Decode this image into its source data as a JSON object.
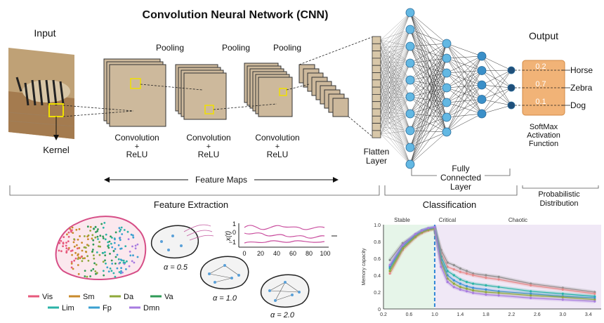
{
  "title": "Convolution  Neural  Network (CNN)",
  "labels": {
    "input": "Input",
    "output": "Output",
    "kernel": "Kernel",
    "pooling": "Pooling",
    "conv": "Convolution",
    "plus": "+",
    "relu": "ReLU",
    "flatten_1": "Flatten",
    "flatten_2": "Layer",
    "fully_1": "Fully",
    "fully_2": "Connected",
    "fully_3": "Layer",
    "softmax_1": "SoftMax",
    "softmax_2": "Activation",
    "softmax_3": "Function",
    "feature_maps": "Feature  Maps",
    "feature_extraction": "Feature Extraction",
    "classification": "Classification",
    "prob_1": "Probabilistic",
    "prob_2": "Distribution"
  },
  "outputs": [
    {
      "prob": "0.2",
      "label": "Horse"
    },
    {
      "prob": "0.7",
      "label": "Zebra"
    },
    {
      "prob": "0.1",
      "label": "Dog"
    }
  ],
  "brain_legend": [
    {
      "name": "Vis",
      "color": "#e75a7c"
    },
    {
      "name": "Sm",
      "color": "#c98a2b"
    },
    {
      "name": "Da",
      "color": "#8fa83a"
    },
    {
      "name": "Va",
      "color": "#2f9a57"
    },
    {
      "name": "Lim",
      "color": "#2bb3a7"
    },
    {
      "name": "Fp",
      "color": "#3aa0d0"
    },
    {
      "name": "Dmn",
      "color": "#a77be0"
    }
  ],
  "alphas": [
    "α = 0.5",
    "α = 1.0",
    "α = 2.0"
  ],
  "signal_plot": {
    "ylabel": "x(t)",
    "yticks": [
      "1",
      "0",
      "−1"
    ],
    "xticks": [
      "0",
      "20",
      "40",
      "60",
      "80",
      "100"
    ]
  },
  "chart_data": {
    "type": "line",
    "title": "",
    "xlabel": "",
    "ylabel": "Memory capacity",
    "xlim": [
      0.2,
      3.6
    ],
    "ylim": [
      0,
      1.0
    ],
    "xticks": [
      0.2,
      0.6,
      1.0,
      1.4,
      1.8,
      2.2,
      2.6,
      3.0,
      3.4
    ],
    "yticks": [
      0,
      0.2,
      0.4,
      0.6,
      0.8,
      1.0
    ],
    "regions": [
      {
        "name": "Stable",
        "range": [
          0.2,
          1.0
        ],
        "color": "#e6f5e9"
      },
      {
        "name": "Chaotic",
        "range": [
          1.0,
          3.6
        ],
        "color": "#f0e8f6"
      }
    ],
    "critical_label": "Critical",
    "critical_x": 1.0,
    "x": [
      0.3,
      0.5,
      0.7,
      0.8,
      0.9,
      1.0,
      1.1,
      1.2,
      1.3,
      1.4,
      1.5,
      1.6,
      1.8,
      2.0,
      2.5,
      3.0,
      3.5
    ],
    "series": [
      {
        "color": "#8e8e8e",
        "values": [
          0.58,
          0.78,
          0.88,
          0.93,
          0.95,
          0.96,
          0.7,
          0.55,
          0.52,
          0.48,
          0.45,
          0.42,
          0.4,
          0.38,
          0.3,
          0.25,
          0.2
        ]
      },
      {
        "color": "#e88a8a",
        "values": [
          0.42,
          0.7,
          0.85,
          0.9,
          0.93,
          0.95,
          0.66,
          0.5,
          0.47,
          0.44,
          0.42,
          0.4,
          0.37,
          0.35,
          0.28,
          0.23,
          0.18
        ]
      },
      {
        "color": "#2bb3a7",
        "values": [
          0.48,
          0.73,
          0.87,
          0.92,
          0.95,
          0.96,
          0.62,
          0.45,
          0.4,
          0.35,
          0.32,
          0.3,
          0.28,
          0.26,
          0.21,
          0.18,
          0.15
        ]
      },
      {
        "color": "#3a8fd8",
        "values": [
          0.5,
          0.75,
          0.88,
          0.93,
          0.95,
          0.97,
          0.58,
          0.4,
          0.34,
          0.3,
          0.27,
          0.25,
          0.23,
          0.21,
          0.18,
          0.15,
          0.13
        ]
      },
      {
        "color": "#8fa83a",
        "values": [
          0.45,
          0.72,
          0.86,
          0.91,
          0.94,
          0.95,
          0.55,
          0.36,
          0.3,
          0.26,
          0.24,
          0.22,
          0.2,
          0.19,
          0.16,
          0.14,
          0.11
        ]
      },
      {
        "color": "#a77be0",
        "values": [
          0.52,
          0.76,
          0.89,
          0.93,
          0.96,
          0.97,
          0.5,
          0.32,
          0.26,
          0.23,
          0.21,
          0.19,
          0.17,
          0.16,
          0.13,
          0.11,
          0.09
        ]
      }
    ]
  }
}
